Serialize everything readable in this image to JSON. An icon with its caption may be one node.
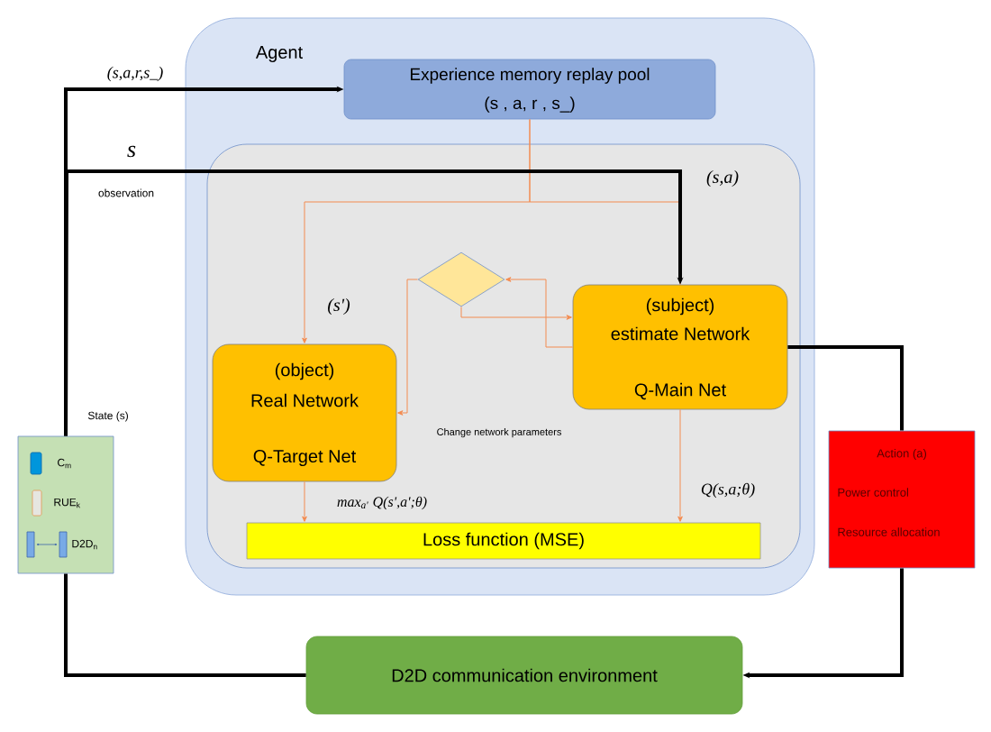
{
  "diagram": {
    "nodes": [
      {
        "text": [
          "Agent"
        ]
      },
      {
        "text": [
          "Experience memory replay pool",
          "(s , a, r , s_)"
        ],
        "in": 0
      },
      {
        "text": [],
        "shape": "box",
        "in": 0
      },
      {
        "text": [],
        "shape": "diamond",
        "in": 2
      },
      {
        "text": [
          "(object)",
          "Real Network",
          "Q-Target Net"
        ],
        "in": 2
      },
      {
        "text": [
          "(subject)",
          "estimate Network",
          "Q-Main Net"
        ],
        "in": 2
      },
      {
        "text": [
          "Loss function  (MSE)"
        ],
        "in": 2
      },
      {
        "text": [
          "C$_{m}$",
          "RUE$_{k}$",
          "D2D$_{n}$"
        ],
        "beside": [
          "State (s)"
        ]
      },
      {
        "text": [
          "Action (a)",
          "Power control",
          "Resource allocation"
        ]
      },
      {
        "text": [
          "D2D communication environment"
        ]
      }
    ],
    "edges": [
      {
        "from": 7,
        "to": 1,
        "arrow": "to",
        "label": "(s,a,r,s_)",
        "style": "thick",
        "color": "#000000"
      },
      {
        "from": 7,
        "to": 5,
        "arrow": "to",
        "label": "s",
        "style": "thick",
        "color": "#000000"
      },
      {
        "from": 5,
        "to": 8,
        "arrow": "none",
        "style": "thick",
        "color": "#000000"
      },
      {
        "from": 8,
        "to": 9,
        "arrow": "to",
        "style": "thick",
        "color": "#000000"
      },
      {
        "from": 9,
        "to": 7,
        "arrow": "none",
        "style": "thick",
        "color": "#000000"
      },
      {
        "from": 1,
        "to": 4,
        "arrow": "to",
        "label": "(s')"
      },
      {
        "from": 1,
        "to": 5,
        "arrow": "none"
      },
      {
        "from": 5,
        "to": 3,
        "arrow": "to"
      },
      {
        "from": 3,
        "to": 5,
        "arrow": "to"
      },
      {
        "from": 3,
        "to": 4,
        "arrow": "to",
        "label": "Change network parameters"
      },
      {
        "from": 4,
        "to": 6,
        "arrow": "to",
        "label": "max$_{a'}$ Q(s',a';θ)"
      },
      {
        "from": 5,
        "to": 6,
        "arrow": "to",
        "label": "Q(s,a;θ)"
      }
    ],
    "labels": [
      "observation",
      "(s,a)"
    ]
  }
}
